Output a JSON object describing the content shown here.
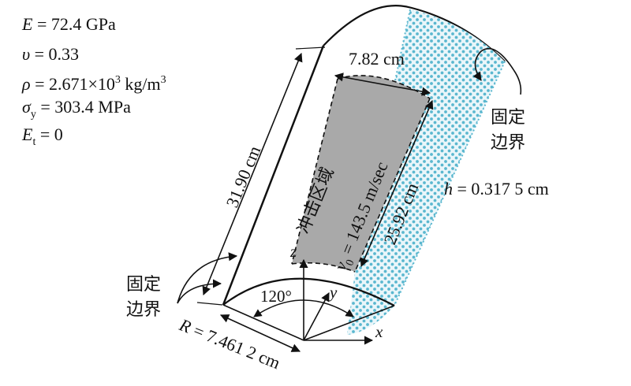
{
  "material": {
    "E_sym": "E",
    "E_val": " = 72.4 GPa",
    "nu_sym": "υ",
    "nu_val": " = 0.33",
    "rho_sym": "ρ",
    "rho_val": " = 2.671×10",
    "rho_exp": "3",
    "rho_unit": " kg/m",
    "rho_unit_exp": "3",
    "sigma_sym": "σ",
    "sigma_sub": "y",
    "sigma_val": " = 303.4 MPa",
    "Et_sym": "E",
    "Et_sub": "t",
    "Et_val": " = 0"
  },
  "dimensions": {
    "length": "31.90 cm",
    "impact_width": "7.82 cm",
    "impact_length": "25.92 cm",
    "angle": "120°",
    "radius_sym": "R",
    "radius_val": " = 7.461 2 cm",
    "thickness_sym": "h",
    "thickness_val": " = 0.317 5 cm"
  },
  "labels": {
    "impact_zone": "冲击区域",
    "velocity_sym": "v",
    "velocity_sub": "0",
    "velocity_val": " = 143.5 m/sec",
    "fixed_right_1": "固定",
    "fixed_right_2": "边界",
    "fixed_left_1": "固定",
    "fixed_left_2": "边界"
  },
  "axes": {
    "x": "x",
    "y": "y",
    "z": "z"
  },
  "colors": {
    "impact_fill": "#a9a9a9",
    "dot_fill": "#5ab7cf",
    "band_fill": "#eaf6fa",
    "line": "#111111"
  }
}
